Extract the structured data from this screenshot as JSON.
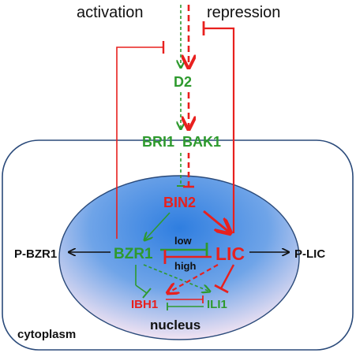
{
  "labels": {
    "activation": "activation",
    "repression": "repression",
    "d2": "D2",
    "bri1": "BRI1",
    "bak1": "BAK1",
    "bin2": "BIN2",
    "bzr1": "BZR1",
    "lic": "LIC",
    "p_bzr1": "P-BZR1",
    "p_lic": "P-LIC",
    "low": "low",
    "high": "high",
    "ibh1": "IBH1",
    "ili1": "ILI1",
    "nucleus": "nucleus",
    "cytoplasm": "cytoplasm"
  },
  "colors": {
    "activation_green": "#2e9a2e",
    "repression_red": "#e8201e",
    "nucleus_blue": "#3e86e0",
    "cell_border": "#2a4a7a"
  }
}
